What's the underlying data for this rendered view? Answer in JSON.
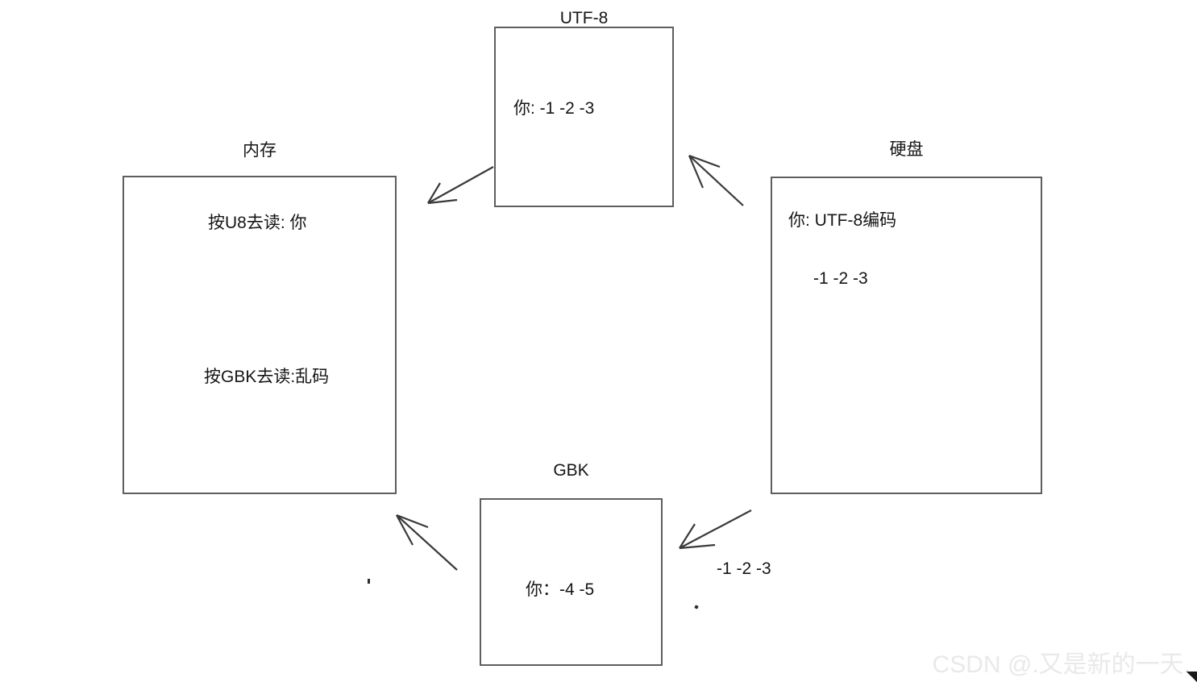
{
  "diagram": {
    "background_color": "#ffffff",
    "box_border_color": "#5e5e5e",
    "text_color": "#151515",
    "nodes": [
      {
        "id": "utf8",
        "title": "UTF-8",
        "lines": [
          "你:  -1  -2  -3"
        ]
      },
      {
        "id": "memory",
        "title": "内存",
        "lines": [
          "按U8去读: 你",
          "按GBK去读:乱码"
        ]
      },
      {
        "id": "disk",
        "title": "硬盘",
        "lines": [
          "你:  UTF-8编码",
          "-1   -2  -3"
        ]
      },
      {
        "id": "gbk",
        "title": "GBK",
        "lines": [
          "你：-4 -5"
        ]
      }
    ],
    "edge_labels": [
      {
        "id": "gbk-bytes",
        "text": "-1  -2  -3"
      }
    ],
    "arrows": [
      {
        "id": "utf8-to-memory",
        "from": "utf8",
        "to": "memory"
      },
      {
        "id": "disk-to-utf8",
        "from": "disk",
        "to": "utf8"
      },
      {
        "id": "disk-to-gbk",
        "from": "disk",
        "to": "gbk"
      },
      {
        "id": "gbk-to-memory",
        "from": "gbk",
        "to": "memory"
      }
    ]
  },
  "watermark": {
    "text": "CSDN @.又是新的一天."
  }
}
